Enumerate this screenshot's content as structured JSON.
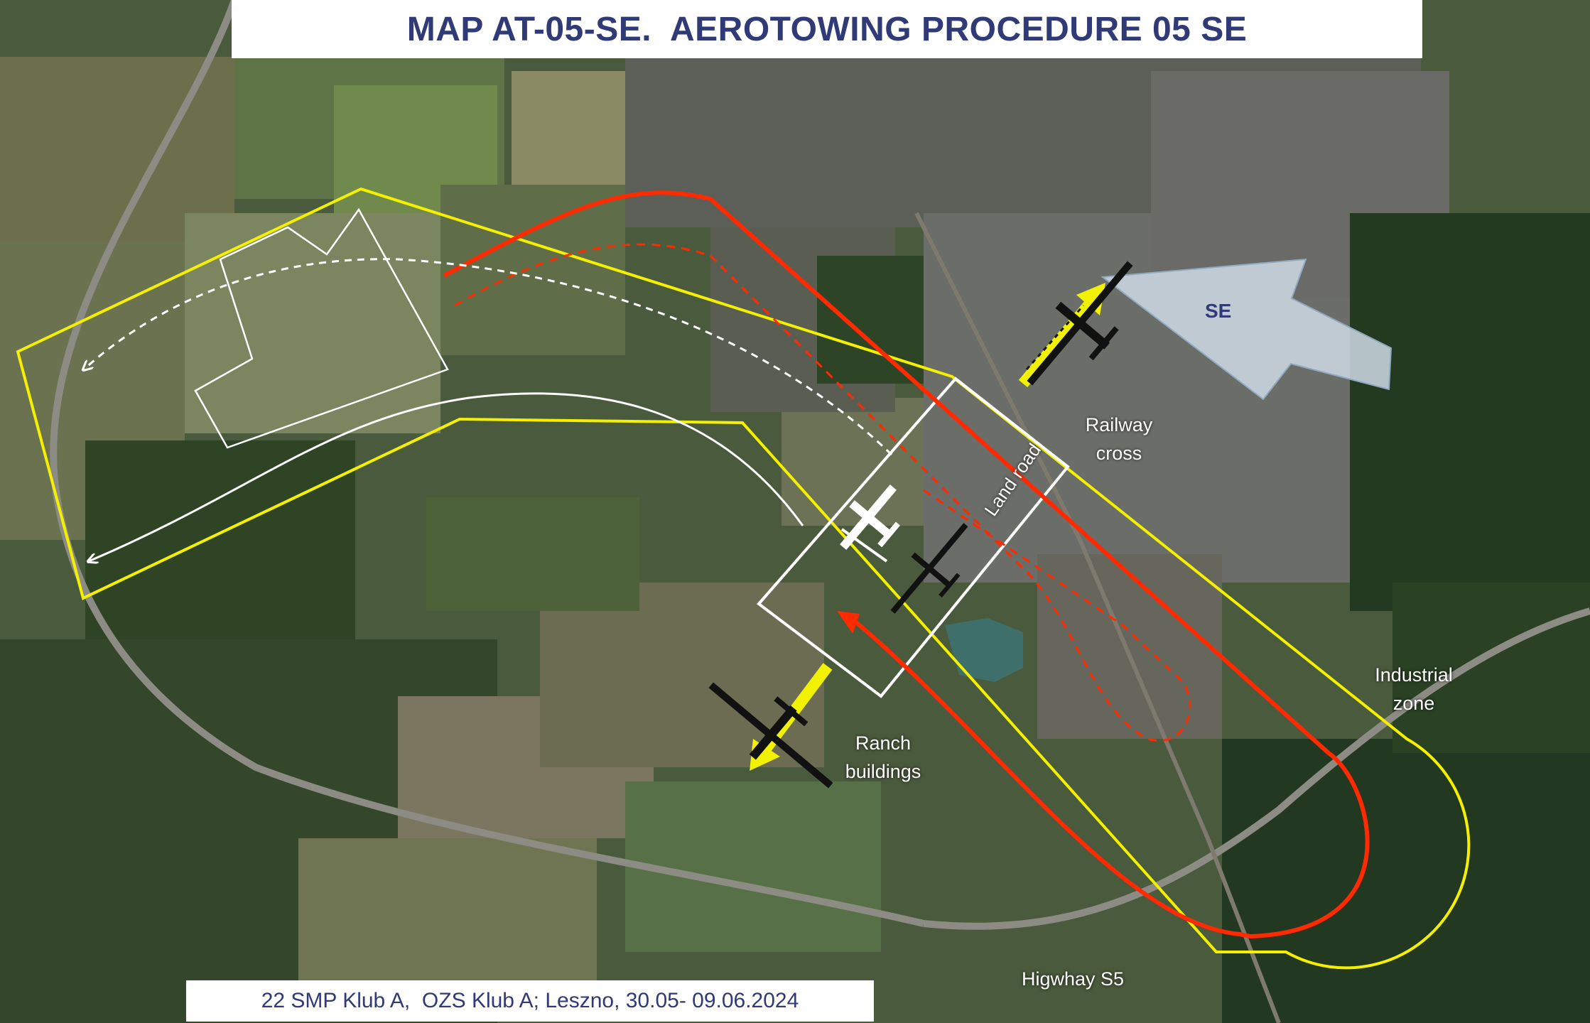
{
  "title": "MAP AT-05-SE.  AEROTOWING PROCEDURE 05 SE",
  "footer": "22 SMP Klub A,  OZS Klub A; Leszno, 30.05- 09.06.2024",
  "labels": {
    "se": "SE",
    "railway_line1": "Railway",
    "railway_line2": "cross",
    "industrial_line1": "Industrial",
    "industrial_line2": "zone",
    "ranch_line1": "Ranch",
    "ranch_line2": "buildings",
    "highway": "Higwhay S5",
    "land_road": "Land road"
  },
  "colors": {
    "title_text": "#2f3a77",
    "boundary_yellow": "#f5f000",
    "route_red": "#ff2a00",
    "return_white": "#ffffff",
    "direction_arrow": "#cfdbe6",
    "takeoff_arrow": "#f2f200"
  }
}
